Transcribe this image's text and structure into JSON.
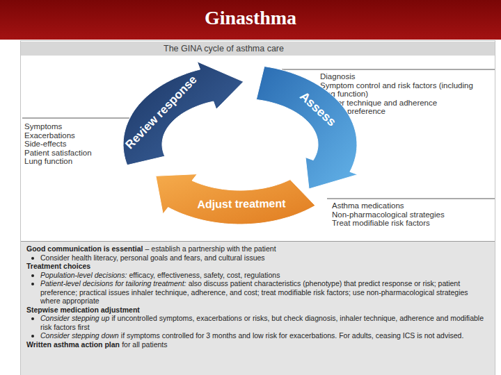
{
  "diagram": {
    "title": "Ginasthma",
    "nodes": [
      {
        "text": [
          "The GINA cycle of asthma care"
        ]
      },
      {
        "text": [
          "Review response"
        ]
      },
      {
        "text": [
          "Assess"
        ]
      },
      {
        "text": [
          "Adjust treatment"
        ]
      },
      {
        "text": [
          "Good communication is essential",
          "– establish a partnership with the patient",
          "Consider health literacy, personal goals and fears, and cultural issues",
          "Treatment choices",
          "Population-level decisions:",
          "efficacy, effectiveness, safety, cost, regulations",
          "Patient-level decisions for tailoring treatment:",
          "also discuss patient characteristics (phenotype) that predict response or risk; patient preference; practical issues inhaler technique, adherence, and cost; treat modifiable risk factors; use non-pharmacological strategies where appropriate",
          "Stepwise medication adjustment",
          "Consider stepping up",
          "if uncontrolled symptoms, exacerbations or risks, but check diagnosis, inhaler technique, adherence and modifiable risk factors first",
          "Consider stepping down",
          "if symptoms controlled for 3 months and low risk for exacerbations. For adults, ceasing ICS is not advised.",
          "Written asthma action plan",
          "for all patients"
        ]
      }
    ],
    "labels": [
      "Symptoms",
      "Exacerbations",
      "Side-effects",
      "Patient satisfaction",
      "Lung function",
      "Diagnosis",
      "Symptom control and risk factors (including lung function)",
      "Inhaler technique and adherence",
      "Patient preference",
      "Asthma medications",
      "Non-pharmacological strategies",
      "Treat modifiable risk factors"
    ]
  }
}
